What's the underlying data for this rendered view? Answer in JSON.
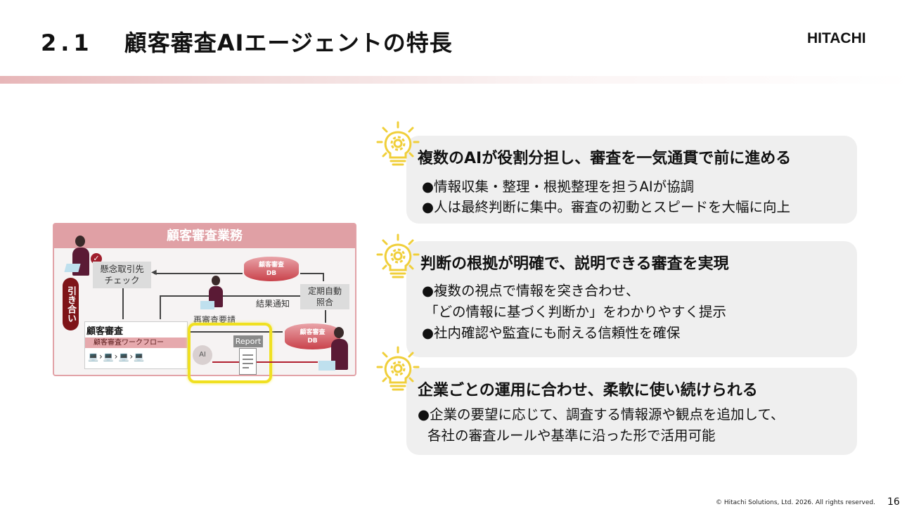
{
  "header": {
    "section_number": "2.1",
    "title": "顧客審査AIエージェントの特長",
    "logo": "HITACHI"
  },
  "diagram": {
    "title": "顧客審査業務",
    "inquiry_label": "引き合い",
    "concern_check": [
      "懸念取引先",
      "チェック"
    ],
    "db_label_top": "顧客審査",
    "db_label_bottom": "DB",
    "periodic_match": [
      "定期自動",
      "照合"
    ],
    "result_notice": "結果通知",
    "re_review_request": "再審査要請",
    "review_box_title": "顧客審査",
    "workflow_label": "顧客審査ワークフロー",
    "ai_label": "AI",
    "report_label": "Report"
  },
  "features": [
    {
      "icon": "lightbulb-gear-icon",
      "heading": "複数のAIが役割分担し、審査を一気通貫で前に進める",
      "bullets": [
        "●情報収集・整理・根拠整理を担うAIが協調",
        "●人は最終判断に集中。審査の初動とスピードを大幅に向上"
      ]
    },
    {
      "icon": "lightbulb-gear-icon",
      "heading": "判断の根拠が明確で、説明できる審査を実現",
      "bullets": [
        "●複数の視点で情報を突き合わせ、",
        "「どの情報に基づく判断か」をわかりやすく提示",
        "●社内確認や監査にも耐える信頼性を確保"
      ]
    },
    {
      "icon": "lightbulb-gear-icon",
      "heading": "企業ごとの運用に合わせ、柔軟に使い続けられる",
      "bullets": [
        "●企業の要望に応じて、調査する情報源や観点を追加して、",
        "各社の審査ルールや基準に沿った形で活用可能"
      ]
    }
  ],
  "footer": {
    "copyright": "© Hitachi Solutions, Ltd. 2026. All rights reserved.",
    "page_number": "16"
  },
  "colors": {
    "accent": "#e0a0a5",
    "dark_red": "#8b1a1a",
    "highlight": "#f0e020",
    "bulb": "#f0cf3a",
    "card": "#efefef"
  }
}
